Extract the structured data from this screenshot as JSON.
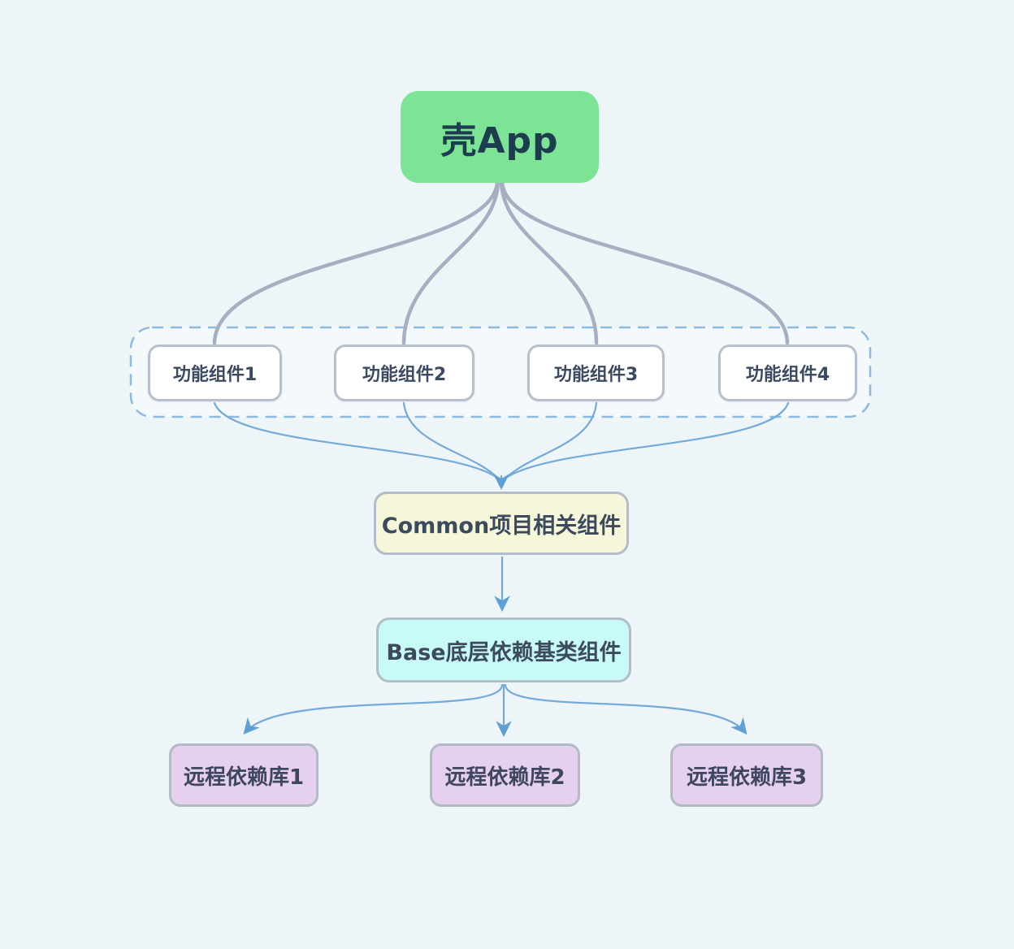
{
  "diagram": {
    "type": "flowchart",
    "background_color": "#edf5f8",
    "nodes": {
      "shell": {
        "label": "壳App",
        "fill": "#7de496",
        "text_color": "#1d3c50"
      },
      "features": [
        {
          "label": "功能组件1",
          "fill": "#ffffff"
        },
        {
          "label": "功能组件2",
          "fill": "#ffffff"
        },
        {
          "label": "功能组件3",
          "fill": "#ffffff"
        },
        {
          "label": "功能组件4",
          "fill": "#ffffff"
        }
      ],
      "common": {
        "label": "Common项目相关组件",
        "fill": "#f5f6da"
      },
      "base": {
        "label": "Base底层依赖基类组件",
        "fill": "#c8faf7"
      },
      "remotes": [
        {
          "label": "远程依赖库1",
          "fill": "#e5d1ef"
        },
        {
          "label": "远程依赖库2",
          "fill": "#e5d1ef"
        },
        {
          "label": "远程依赖库3",
          "fill": "#e5d1ef"
        }
      ]
    },
    "edges": [
      {
        "from": "壳App",
        "to": "功能组件1",
        "style": "gray-curve"
      },
      {
        "from": "壳App",
        "to": "功能组件2",
        "style": "gray-curve"
      },
      {
        "from": "壳App",
        "to": "功能组件3",
        "style": "gray-curve"
      },
      {
        "from": "壳App",
        "to": "功能组件4",
        "style": "gray-curve"
      },
      {
        "from": "功能组件1",
        "to": "Common项目相关组件",
        "style": "blue-curve-arrow"
      },
      {
        "from": "功能组件2",
        "to": "Common项目相关组件",
        "style": "blue-curve-arrow"
      },
      {
        "from": "功能组件3",
        "to": "Common项目相关组件",
        "style": "blue-curve-arrow"
      },
      {
        "from": "功能组件4",
        "to": "Common项目相关组件",
        "style": "blue-curve-arrow"
      },
      {
        "from": "Common项目相关组件",
        "to": "Base底层依赖基类组件",
        "style": "blue-line-arrow"
      },
      {
        "from": "Base底层依赖基类组件",
        "to": "远程依赖库1",
        "style": "blue-curve-arrow"
      },
      {
        "from": "Base底层依赖基类组件",
        "to": "远程依赖库2",
        "style": "blue-line-arrow"
      },
      {
        "from": "Base底层依赖基类组件",
        "to": "远程依赖库3",
        "style": "blue-curve-arrow"
      }
    ],
    "colors": {
      "gray_edge": "#a5afc1",
      "blue_edge": "#74a9d8",
      "arrowhead": "#5fa0d4",
      "dashed_group_border": "#8fbadf",
      "node_border": "#b6c0cc"
    }
  }
}
